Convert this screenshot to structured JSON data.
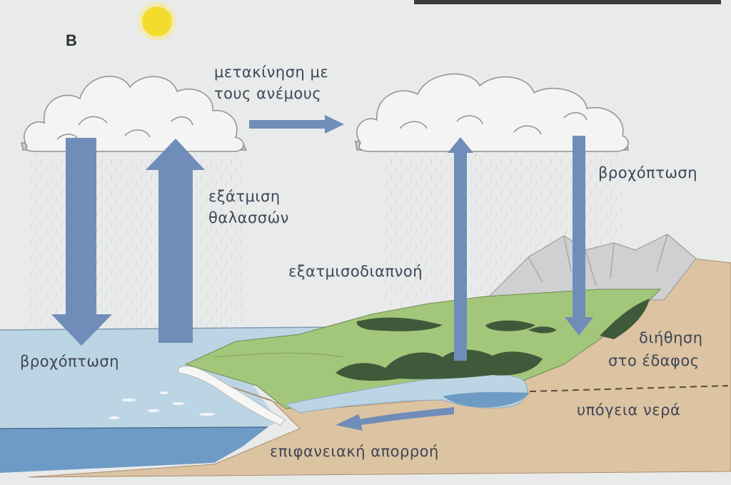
{
  "panel_letter": "B",
  "labels": {
    "wind_line1": "μετακίνηση με",
    "wind_line2": "τους ανέμους",
    "sea_evap_line1": "εξάτμιση",
    "sea_evap_line2": "θαλασσών",
    "precip_land": "βροχόπτωση",
    "precip_sea": "βροχόπτωση",
    "evapotranspiration": "εξατμισοδιαπνοή",
    "infiltration_line1": "διήθηση",
    "infiltration_line2": "στο έδαφος",
    "groundwater": "υπόγεια νερά",
    "runoff": "επιφανειακή απορροή"
  },
  "colors": {
    "background": "#e9eaea",
    "arrow": "#6f8db8",
    "sea": "#bcd5e5",
    "sea_deep": "#6e9bc6",
    "land_green": "#a3c77a",
    "soil": "#dcc3a2",
    "sun": "#f4dc2e",
    "cloud": "#f4f4f4",
    "text": "#3e4656"
  },
  "icons": {
    "sun": "sun-icon",
    "cloud": "cloud-icon",
    "arrow": "arrow-icon"
  }
}
